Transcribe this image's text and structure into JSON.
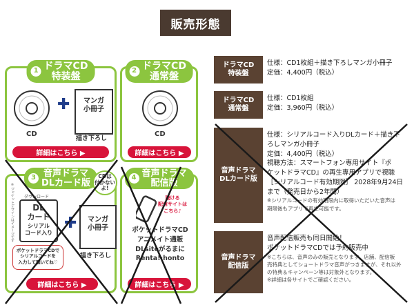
{
  "heading": "販売形態",
  "editions": [
    {
      "number": "1",
      "title_line1": "ドラマCD",
      "title_line2": "特装盤",
      "cd_caption": "CD",
      "booklet_line1": "マンガ",
      "booklet_line2": "小冊子",
      "booklet_caption": "描き下ろし",
      "button": "詳細はこちら ▶"
    },
    {
      "number": "2",
      "title_line1": "ドラマCD",
      "title_line2": "通常盤",
      "cd_caption": "CD",
      "button": "詳細はこちら ▶"
    },
    {
      "number": "3",
      "title_line1": "音声ドラマ",
      "title_line2": "DLカード版",
      "bubble_line1": "CDは",
      "bubble_line2": "付かない",
      "bubble_line3": "よ!",
      "side_note": "※ジャケットデザインはイメージです",
      "card_label": "ダウンロード",
      "card_line1": "DL",
      "card_line2": "カード",
      "card_line3": "シリアル",
      "card_line4": "コード入り",
      "note_line1": "ポケットドラマCDで",
      "note_line2": "シリアルコードを",
      "note_line3": "入力して聴いてね♡",
      "booklet_line1": "マンガ",
      "booklet_line2": "小冊子",
      "booklet_caption": "描き下ろし",
      "button": "詳細はこちら ▶"
    },
    {
      "number": "4",
      "title_line1": "音声ドラマ",
      "title_line2": "配信版",
      "bubble_line1": "聴ける",
      "bubble_line2": "配信サイトは",
      "bubble_line3": "こちら♪",
      "sites": [
        "ポケットドラマCD",
        "アニメイト通販",
        "DLsiteがるまに",
        "Renta!·honto"
      ],
      "button": "詳細はこちら ▶"
    }
  ],
  "table": [
    {
      "label_line1": "ドラマCD",
      "label_line2": "特装盤",
      "lines": [
        "仕様：CD1枚組＋描き下ろしマンガ小冊子",
        "定価：4,400円（税込）"
      ]
    },
    {
      "label_line1": "ドラマCD",
      "label_line2": "通常盤",
      "lines": [
        "仕様：CD1枚組",
        "定価：3,960円（税込）"
      ]
    },
    {
      "label_line1": "音声ドラマ",
      "label_line2": "DLカード版",
      "lines": [
        "仕様：シリアルコード入りDLカード＋描き下",
        "ろしマンガ小冊子",
        "定価：4,400円（税込）",
        "視聴方法：スマートフォン専用サイト『ポ",
        "ケットドラマCD』の再生専用アプリで視聴",
        "［シリアルコード有効期限］ 2028年9月24日",
        "まで（発売日から2年間）"
      ],
      "small_lines": [
        "※シリアルコードの有効期限内に取得いただいた音声は",
        "期限後もアプリで再生可能です。"
      ]
    },
    {
      "label_line1": "音声ドラマ",
      "label_line2": "配信版",
      "lines": [
        "音声配信販売も同日開始！",
        "ポケットドラマCDでは予約販売中"
      ],
      "small_lines": [
        "※こちらは、音声のみの販売となります。店舗、配信販",
        "売特典としてショートドラマ音声がつきますが、それ以外",
        "の特典＆キャンペーン等は対象外となります。",
        "※詳細は各サイトでご確認ください。"
      ]
    }
  ],
  "colors": {
    "heading_bg": "#4a3a30",
    "panel_border": "#8cc53f",
    "button_red": "#d8143a",
    "plus_blue": "#1f3c8a",
    "table_label_bg": "#5a4232",
    "cross": "#1a1a1a"
  }
}
